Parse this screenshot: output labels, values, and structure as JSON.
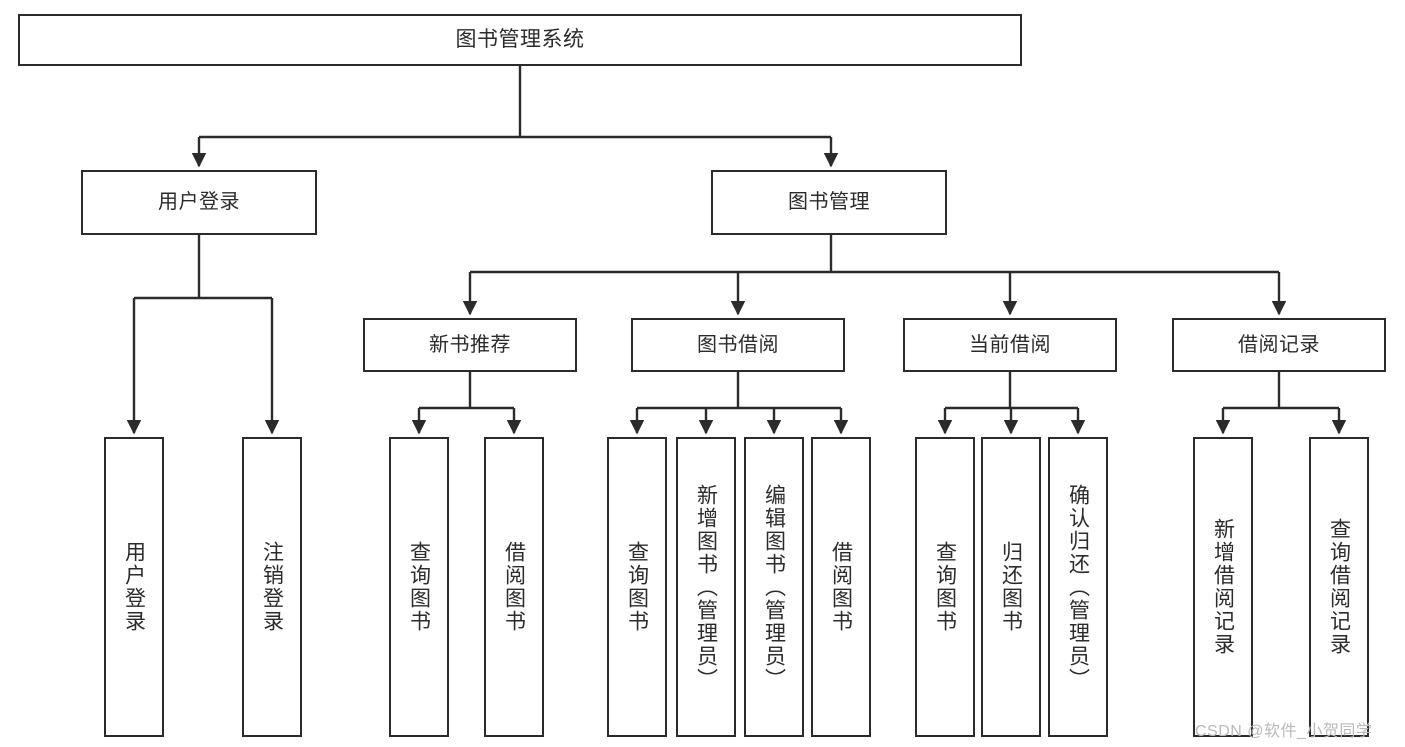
{
  "diagram": {
    "title": "图书管理系统",
    "type": "tree-hierarchy-chart",
    "root": {
      "label": "图书管理系统"
    },
    "level1": [
      {
        "label": "用户登录"
      },
      {
        "label": "图书管理"
      }
    ],
    "level2": [
      {
        "label": "新书推荐"
      },
      {
        "label": "图书借阅"
      },
      {
        "label": "当前借阅"
      },
      {
        "label": "借阅记录"
      }
    ],
    "leaves": [
      {
        "label": "用户登录"
      },
      {
        "label": "注销登录"
      },
      {
        "label": "查询图书"
      },
      {
        "label": "借阅图书"
      },
      {
        "label": "查询图书"
      },
      {
        "label": "新增图书（管理员）"
      },
      {
        "label": "编辑图书（管理员）"
      },
      {
        "label": "借阅图书"
      },
      {
        "label": "查询图书"
      },
      {
        "label": "归还图书"
      },
      {
        "label": "确认归还（管理员）"
      },
      {
        "label": "新增借阅记录"
      },
      {
        "label": "查询借阅记录"
      }
    ]
  },
  "watermark": {
    "text": "CSDN @软件_小贺同学"
  },
  "colors": {
    "stroke": "#2b2b2b",
    "fill": "#ffffff",
    "watermark": "#b9b9b9"
  }
}
